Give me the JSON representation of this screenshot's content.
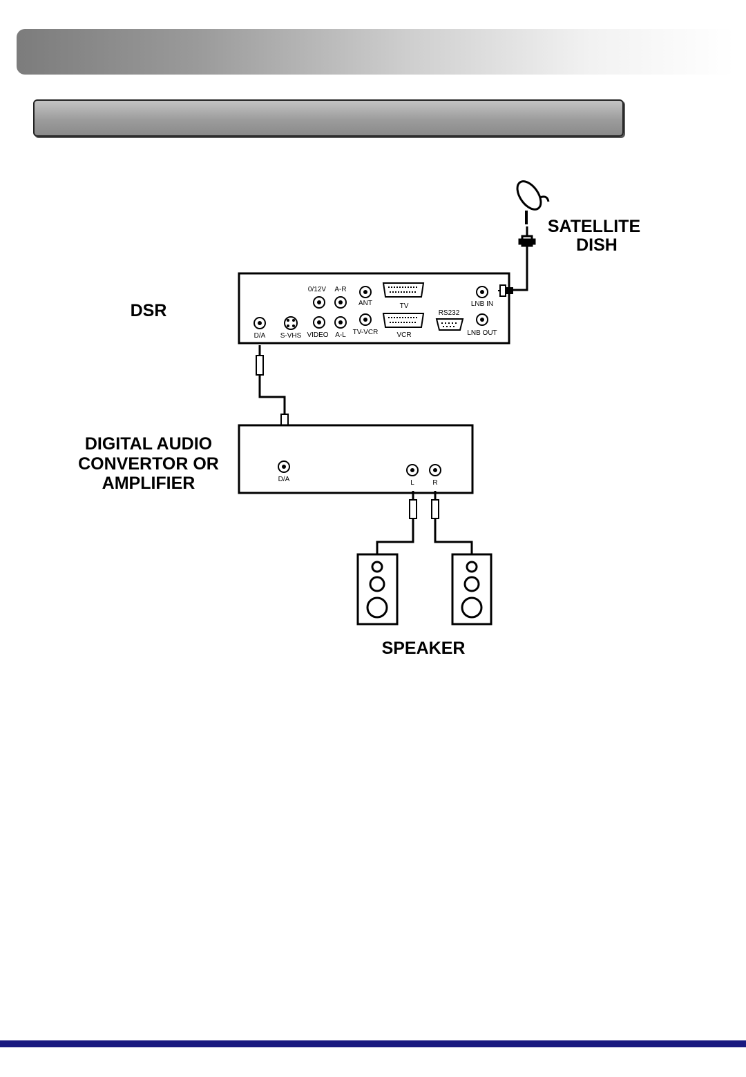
{
  "labels": {
    "satellite_dish": [
      "SATELLITE",
      "DISH"
    ],
    "dsr": "DSR",
    "converter": [
      "DIGITAL AUDIO",
      "CONVERTOR OR",
      "AMPLIFIER"
    ],
    "speaker": "SPEAKER"
  },
  "dsr_ports": {
    "v012": "0/12V",
    "ar": "A-R",
    "ant": "ANT",
    "tv": "TV",
    "lnb_in": "LNB IN",
    "da": "D/A",
    "svhs": "S-VHS",
    "video": "VIDEO",
    "al": "A-L",
    "tvvcr": "TV-VCR",
    "vcr": "VCR",
    "rs232": "RS232",
    "lnb_out": "LNB OUT"
  },
  "converter_ports": {
    "da": "D/A",
    "l": "L",
    "r": "R"
  },
  "colors": {
    "bottom_rule": "#1a1a80",
    "line": "#000000"
  }
}
